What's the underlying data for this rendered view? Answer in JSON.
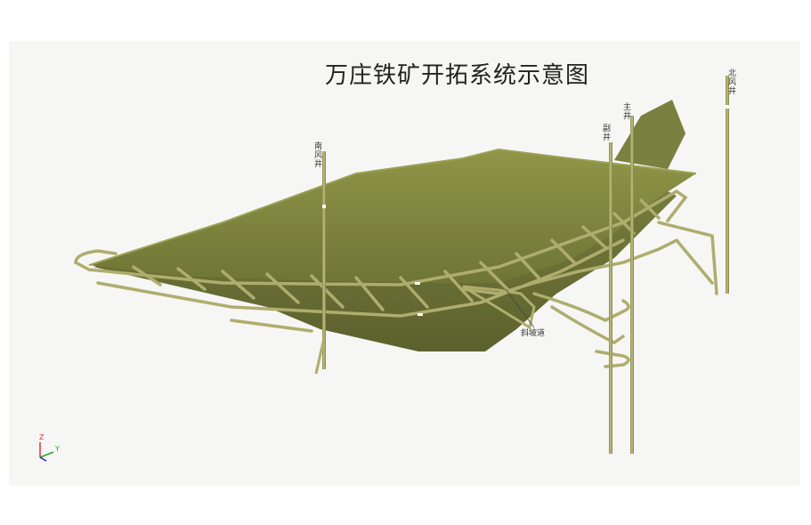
{
  "title": "万庄铁矿开拓系统示意图",
  "labels": {
    "south_shaft": "南风井",
    "main_shaft": "主井",
    "auxiliary_shaft": "副井",
    "north_shaft": "北风井",
    "ramp": "斜坡道"
  },
  "axes": {
    "z": "Z",
    "y": "Y"
  },
  "colors": {
    "ore_body": "#7d8440",
    "ore_body_dark": "#5f6530",
    "ore_body_light": "#9aa153",
    "tunnel": "#a9a866"
  }
}
